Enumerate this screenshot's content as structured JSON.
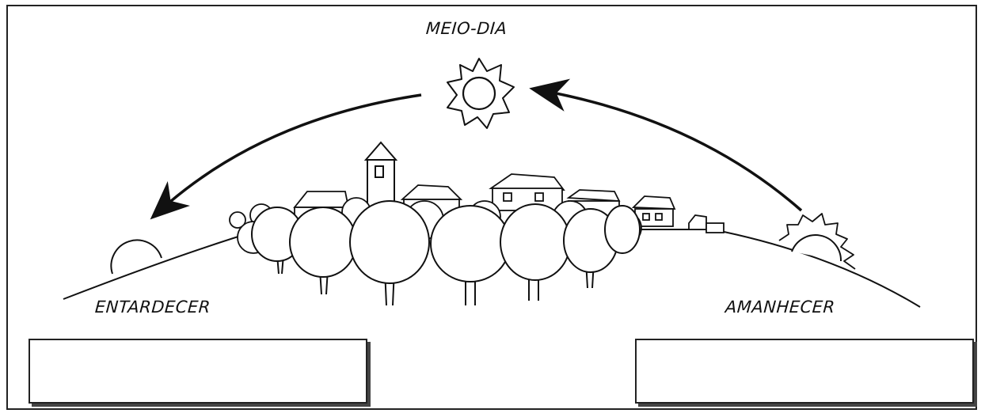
{
  "labels": {
    "noon": "MEIO-DIA",
    "sunset": "ENTARDECER",
    "sunrise": "AMANHECER"
  },
  "answer_boxes": {
    "left_value": "",
    "right_value": ""
  },
  "colors": {
    "ink": "#111111",
    "background": "#ffffff"
  }
}
